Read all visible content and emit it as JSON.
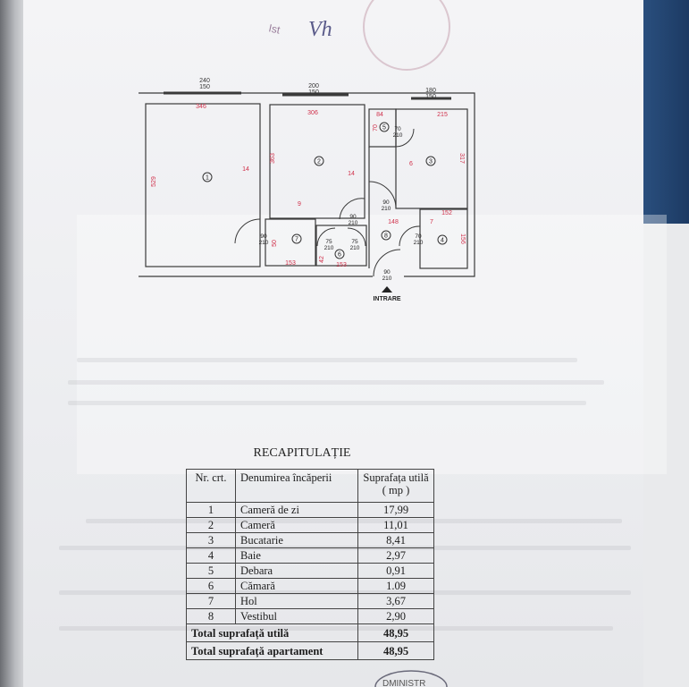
{
  "stamps": {
    "top_handwriting": "Ist",
    "top_signature": "Vh",
    "bottom_stamp": "DMINISTR"
  },
  "plan": {
    "top_dims": [
      "240\n150",
      "200\n150",
      "180\n150"
    ],
    "dims": [
      "346",
      "306",
      "84",
      "215",
      "529",
      "363",
      "14",
      "14",
      "6",
      "317",
      "9",
      "148",
      "7",
      "152",
      "156",
      "153",
      "153",
      "50",
      "42",
      "70"
    ],
    "doors": [
      "90/210",
      "90/210",
      "90/210",
      "75/210",
      "75/210",
      "70/210",
      "70/210",
      "90/210"
    ],
    "rooms": [
      "1",
      "2",
      "3",
      "4",
      "5",
      "6",
      "7",
      "8"
    ],
    "entrance": "INTRARE"
  },
  "table": {
    "title": "RECAPITULAȚIE",
    "headers": [
      "Nr. crt.",
      "Denumirea încăperii",
      "Suprafața utilă ( mp )"
    ],
    "rows": [
      {
        "nr": "1",
        "name": "Cameră de zi",
        "area": "17,99"
      },
      {
        "nr": "2",
        "name": "Cameră",
        "area": "11,01"
      },
      {
        "nr": "3",
        "name": "Bucatarie",
        "area": "8,41"
      },
      {
        "nr": "4",
        "name": "Baie",
        "area": "2,97"
      },
      {
        "nr": "5",
        "name": "Debara",
        "area": "0,91"
      },
      {
        "nr": "6",
        "name": "Cămară",
        "area": "1.09"
      },
      {
        "nr": "7",
        "name": "Hol",
        "area": "3,67"
      },
      {
        "nr": "8",
        "name": "Vestibul",
        "area": "2,90"
      }
    ],
    "totals": [
      {
        "label": "Total suprafață utilă",
        "value": "48,95"
      },
      {
        "label": "Total suprafață apartament",
        "value": "48,95"
      }
    ]
  }
}
